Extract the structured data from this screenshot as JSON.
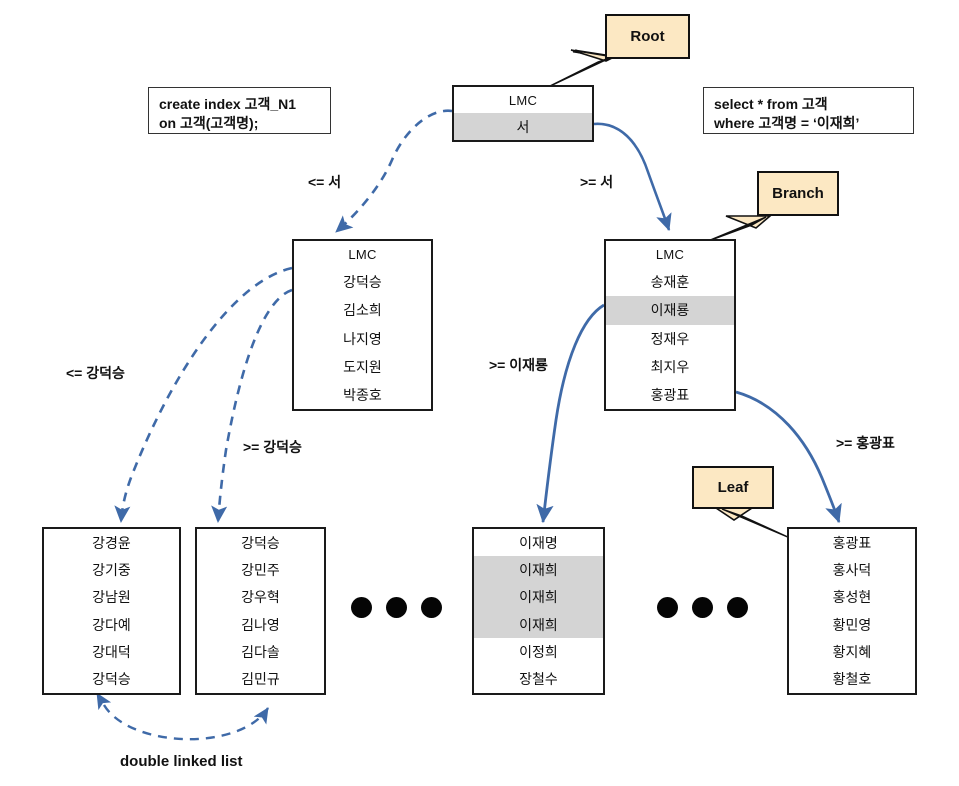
{
  "diagram": {
    "title": "B-Tree index structure diagram",
    "colors": {
      "edge_blue": "#3f6aa8",
      "callout_fill": "#fce8c3",
      "row_highlight": "#d4d4d4",
      "box_border": "#1a1a1a"
    }
  },
  "callouts": [
    {
      "id": "root",
      "label": "Root"
    },
    {
      "id": "branch",
      "label": "Branch"
    },
    {
      "id": "leaf",
      "label": "Leaf"
    }
  ],
  "sql_boxes": [
    {
      "id": "create-index",
      "text": "create index 고객_N1\non 고객(고객명);"
    },
    {
      "id": "select-query",
      "text": "select * from 고객\nwhere 고객명 = ‘이재희’"
    }
  ],
  "nodes": {
    "root": {
      "name": "root-node",
      "header": "LMC",
      "rows": [
        {
          "text": "서",
          "highlight": true
        }
      ]
    },
    "branch_left": {
      "name": "branch-node-left",
      "header": "LMC",
      "rows": [
        {
          "text": "강덕승",
          "highlight": false
        },
        {
          "text": "김소희",
          "highlight": false
        },
        {
          "text": "나지영",
          "highlight": false
        },
        {
          "text": "도지원",
          "highlight": false
        },
        {
          "text": "박종호",
          "highlight": false
        }
      ]
    },
    "branch_right": {
      "name": "branch-node-right",
      "header": "LMC",
      "rows": [
        {
          "text": "송재훈",
          "highlight": false
        },
        {
          "text": "이재룡",
          "highlight": true
        },
        {
          "text": "정재우",
          "highlight": false
        },
        {
          "text": "최지우",
          "highlight": false
        },
        {
          "text": "홍광표",
          "highlight": false
        }
      ]
    },
    "leaf_1": {
      "name": "leaf-node-1",
      "rows": [
        {
          "text": "강경윤",
          "highlight": false
        },
        {
          "text": "강기중",
          "highlight": false
        },
        {
          "text": "강남원",
          "highlight": false
        },
        {
          "text": "강다예",
          "highlight": false
        },
        {
          "text": "강대덕",
          "highlight": false
        },
        {
          "text": "강덕승",
          "highlight": false
        }
      ]
    },
    "leaf_2": {
      "name": "leaf-node-2",
      "rows": [
        {
          "text": "강덕승",
          "highlight": false
        },
        {
          "text": "강민주",
          "highlight": false
        },
        {
          "text": "강우혁",
          "highlight": false
        },
        {
          "text": "김나영",
          "highlight": false
        },
        {
          "text": "김다솔",
          "highlight": false
        },
        {
          "text": "김민규",
          "highlight": false
        }
      ]
    },
    "leaf_3": {
      "name": "leaf-node-3",
      "rows": [
        {
          "text": "이재명",
          "highlight": false
        },
        {
          "text": "이재희",
          "highlight": true
        },
        {
          "text": "이재희",
          "highlight": true
        },
        {
          "text": "이재희",
          "highlight": true
        },
        {
          "text": "이정희",
          "highlight": false
        },
        {
          "text": "장철수",
          "highlight": false
        }
      ]
    },
    "leaf_4": {
      "name": "leaf-node-4",
      "rows": [
        {
          "text": "홍광표",
          "highlight": false
        },
        {
          "text": "홍사덕",
          "highlight": false
        },
        {
          "text": "홍성현",
          "highlight": false
        },
        {
          "text": "황민영",
          "highlight": false
        },
        {
          "text": "황지혜",
          "highlight": false
        },
        {
          "text": "황철호",
          "highlight": false
        }
      ]
    }
  },
  "edge_labels": [
    {
      "id": "le-root",
      "text": "<= 서"
    },
    {
      "id": "ge-root",
      "text": ">= 서"
    },
    {
      "id": "le-kangdeok",
      "text": "<= 강덕승"
    },
    {
      "id": "ge-kangdeok",
      "text": ">= 강덕승"
    },
    {
      "id": "ge-ijaeryong",
      "text": ">= 이재룡"
    },
    {
      "id": "ge-hongkwangpyo",
      "text": ">= 홍광표"
    }
  ],
  "annotations": [
    {
      "id": "double-linked-list",
      "text": "double linked list"
    }
  ],
  "ellipsis": [
    {
      "id": "ellipsis-left",
      "dots": 3
    },
    {
      "id": "ellipsis-right",
      "dots": 3
    }
  ]
}
